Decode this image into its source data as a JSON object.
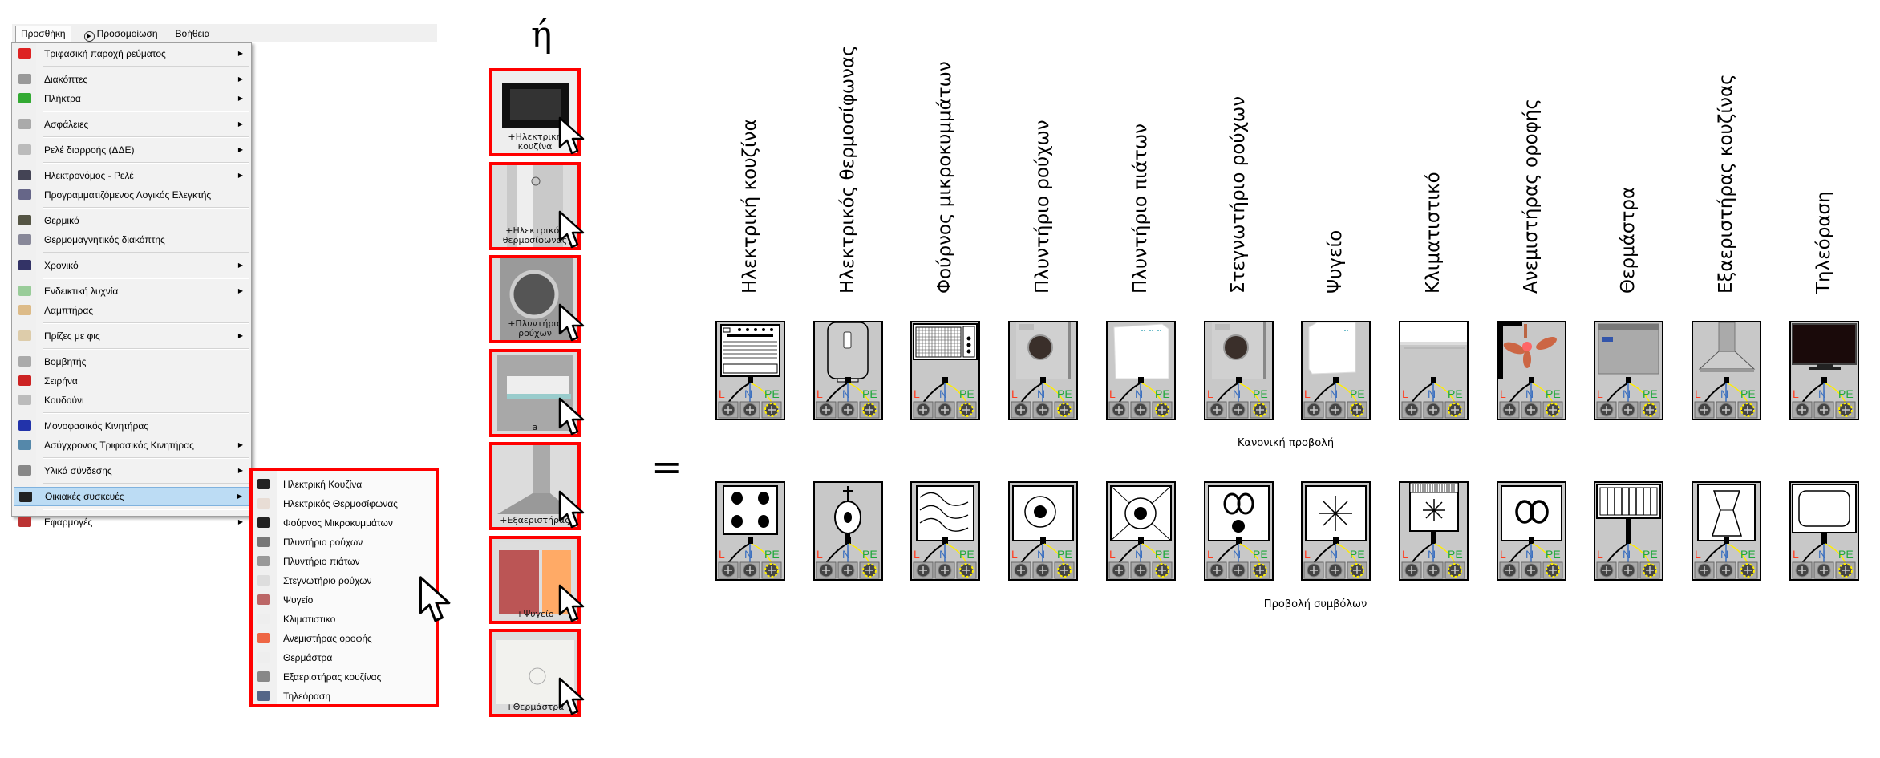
{
  "menubar": {
    "items": [
      {
        "label": "Προσθήκη",
        "active": true
      },
      {
        "label": "Προσομοίωση",
        "icon": "play-circle-icon"
      },
      {
        "label": "Βοήθεια"
      }
    ]
  },
  "main_menu": {
    "groups": [
      [
        {
          "label": "Τριφασική παροχή ρεύματος",
          "submenu": true,
          "color": "#d22"
        }
      ],
      [
        {
          "label": "Διακόπτες",
          "submenu": true,
          "color": "#999"
        },
        {
          "label": "Πλήκτρα",
          "submenu": true,
          "color": "#3a3"
        }
      ],
      [
        {
          "label": "Ασφάλειες",
          "submenu": true,
          "color": "#aaa"
        }
      ],
      [
        {
          "label": "Ρελέ διαρροής (ΔΔΕ)",
          "submenu": true,
          "color": "#bbb"
        }
      ],
      [
        {
          "label": "Ηλεκτρονόμος - Ρελέ",
          "submenu": true,
          "color": "#445"
        },
        {
          "label": "Προγραμματιζόμενος Λογικός Ελεγκτής",
          "color": "#668"
        }
      ],
      [
        {
          "label": "Θερμικό",
          "color": "#554"
        },
        {
          "label": "Θερμομαγνητικός διακόπτης",
          "color": "#889"
        }
      ],
      [
        {
          "label": "Χρονικό",
          "submenu": true,
          "color": "#336"
        }
      ],
      [
        {
          "label": "Ενδεικτική λυχνία",
          "submenu": true,
          "color": "#9c9"
        },
        {
          "label": "Λαμπτήρας",
          "color": "#db8"
        }
      ],
      [
        {
          "label": "Πρίζες με φις",
          "submenu": true,
          "color": "#dca"
        }
      ],
      [
        {
          "label": "Βομβητής",
          "color": "#aaa"
        },
        {
          "label": "Σειρήνα",
          "color": "#c22"
        },
        {
          "label": "Κουδούνι",
          "color": "#bbb"
        }
      ],
      [
        {
          "label": "Μονοφασικός Κινητήρας",
          "color": "#23a"
        },
        {
          "label": "Ασύγχρονος Τριφασικός Κινητήρας",
          "submenu": true,
          "color": "#58a"
        }
      ],
      [
        {
          "label": "Υλικά σύνδεσης",
          "submenu": true,
          "color": "#888"
        }
      ],
      [
        {
          "label": "Οικιακές συσκευές",
          "submenu": true,
          "highlighted": true,
          "color": "#222"
        }
      ],
      [
        {
          "label": "Εφαρμογές",
          "submenu": true,
          "color": "#b33"
        }
      ]
    ]
  },
  "sub_menu": {
    "items": [
      {
        "label": "Ηλεκτρική Κουζίνα",
        "color": "#222"
      },
      {
        "label": "Ηλεκτρικός Θερμοσίφωνας",
        "color": "#e8ddd5"
      },
      {
        "label": "Φούρνος Μικροκυμμάτων",
        "color": "#222"
      },
      {
        "label": "Πλυντήριο ρούχων",
        "color": "#777"
      },
      {
        "label": "Πλυντήριο πιάτων",
        "color": "#999"
      },
      {
        "label": "Στεγνωτήριο ρούχων",
        "color": "#ddd"
      },
      {
        "label": "Ψυγείο",
        "color": "#b66"
      },
      {
        "label": "Κλιματιστικο",
        "color": "#eee"
      },
      {
        "label": "Ανεμιστήρας οροφής",
        "color": "#e64"
      },
      {
        "label": "Θερμάστρα",
        "color": "#eee"
      },
      {
        "label": "Εξαεριστήρας κουζίνας",
        "color": "#888"
      },
      {
        "label": "Τηλεόραση",
        "color": "#568"
      }
    ]
  },
  "or_text": "ή",
  "photo_buttons": [
    {
      "label": "+Ηλεκτρική κουζίνα",
      "kind": "stove"
    },
    {
      "label": "+Ηλεκτρικός θερμοσίφωνας",
      "kind": "boiler"
    },
    {
      "label": "+Πλυντήριο ρούχων",
      "kind": "washer"
    },
    {
      "label": "a",
      "kind": "dishwasher"
    },
    {
      "label": "+Εξαεριστήρας",
      "kind": "hood"
    },
    {
      "label": "+Ψυγείο",
      "kind": "fridge"
    },
    {
      "label": "+Θερμάστρα",
      "kind": "heater"
    }
  ],
  "equals_text": "=",
  "terminals": {
    "L": "L",
    "N": "N",
    "PE": "PE"
  },
  "colors": {
    "L": "#ff3b1f",
    "N": "#3a6fc0",
    "PE": "#1fa83a",
    "wire_pe": "#ffee00",
    "highlight": "#bcdcf4",
    "red_box": "#ff0000"
  },
  "devices": [
    {
      "label": "Ηλεκτρική κουζίνα",
      "icon": "stove",
      "symbol": "hob"
    },
    {
      "label": "Ηλεκτρικός θερμοσίφωνας",
      "icon": "boiler",
      "symbol": "boiler"
    },
    {
      "label": "Φούρνος μικροκυμμάτων",
      "icon": "microwave",
      "symbol": "waves"
    },
    {
      "label": "Πλυντήριο ρούχων",
      "icon": "washer",
      "symbol": "circle-dot"
    },
    {
      "label": "Πλυντήριο πιάτων",
      "icon": "dishwasher",
      "symbol": "x-circle-dot"
    },
    {
      "label": "Στεγνωτήριο ρούχων",
      "icon": "washer",
      "symbol": "infinity-dot"
    },
    {
      "label": "Ψυγείο",
      "icon": "fridge",
      "symbol": "asterisk"
    },
    {
      "label": "Κλιματιστικό",
      "icon": "ac",
      "symbol": "asterisk-grill"
    },
    {
      "label": "Ανεμιστήρας οροφής",
      "icon": "fan",
      "symbol": "infinity"
    },
    {
      "label": "Θερμάστρα",
      "icon": "heater",
      "symbol": "bars"
    },
    {
      "label": "Εξαεριστήρας κουζίνας",
      "icon": "hood",
      "symbol": "hourglass"
    },
    {
      "label": "Τηλεόραση",
      "icon": "tv",
      "symbol": "screen"
    }
  ],
  "captions": {
    "normal": "Κανονική προβολή",
    "symbols": "Προβολή συμβόλων"
  }
}
